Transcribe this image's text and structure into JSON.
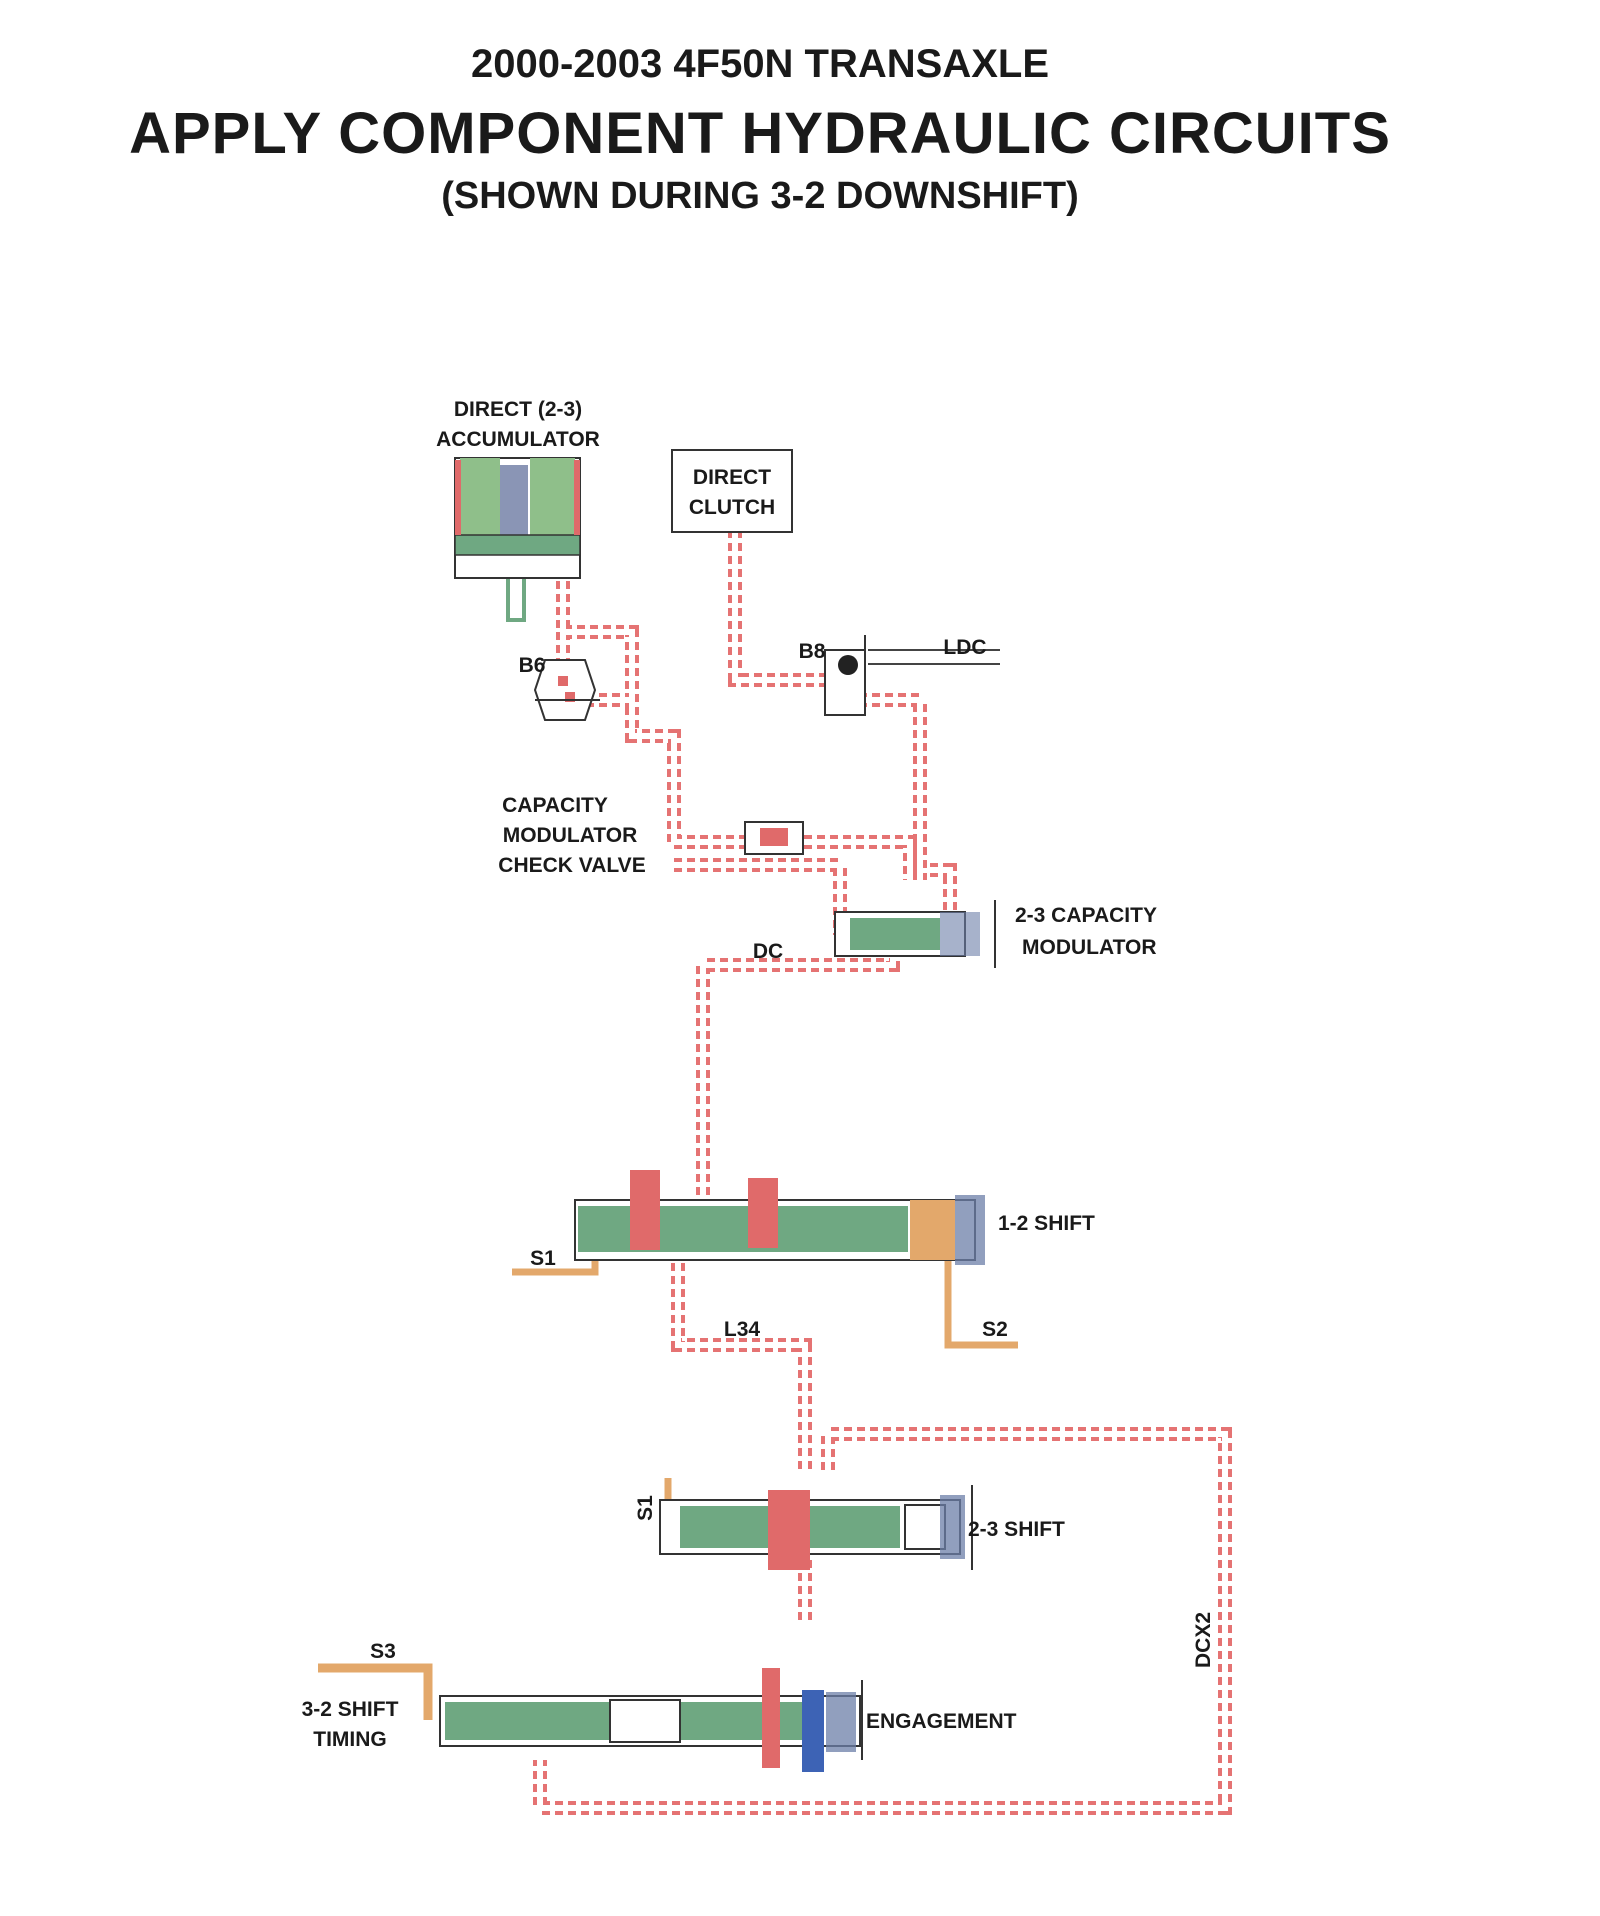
{
  "header": {
    "line1": "2000-2003 4F50N TRANSAXLE",
    "line2": "APPLY COMPONENT HYDRAULIC CIRCUITS",
    "line3": "(SHOWN DURING 3-2 DOWNSHIFT)"
  },
  "components": {
    "direct_accumulator": [
      "DIRECT (2-3)",
      "ACCUMULATOR"
    ],
    "direct_clutch": [
      "DIRECT",
      "CLUTCH"
    ],
    "capacity_modulator_check_valve": [
      "CAPACITY",
      "MODULATOR",
      "CHECK VALVE"
    ],
    "capacity_modulator": [
      "2-3 CAPACITY",
      "MODULATOR"
    ],
    "shift_12": "1-2 SHIFT",
    "shift_23": "2-3 SHIFT",
    "shift_timing_32": [
      "3-2 SHIFT",
      "TIMING"
    ],
    "engagement": "ENGAGEMENT"
  },
  "circuits": {
    "b6": "B6",
    "b8": "B8",
    "ldc": "LDC",
    "dc": "DC",
    "s1_a": "S1",
    "s2": "S2",
    "l34": "L34",
    "s1_b": "S1",
    "s3": "S3",
    "dcx2": "DCX2"
  },
  "colors": {
    "circuit_border": "#e57373",
    "circuit_fill": "#ffffff",
    "valve_green": "#6fa882",
    "exhaust_orange": "#e3a86b",
    "spring_blue": "#6c7fa8",
    "engagement_blue": "#3d63b5",
    "pressure_red": "#e06a6a",
    "outline": "#333333"
  }
}
